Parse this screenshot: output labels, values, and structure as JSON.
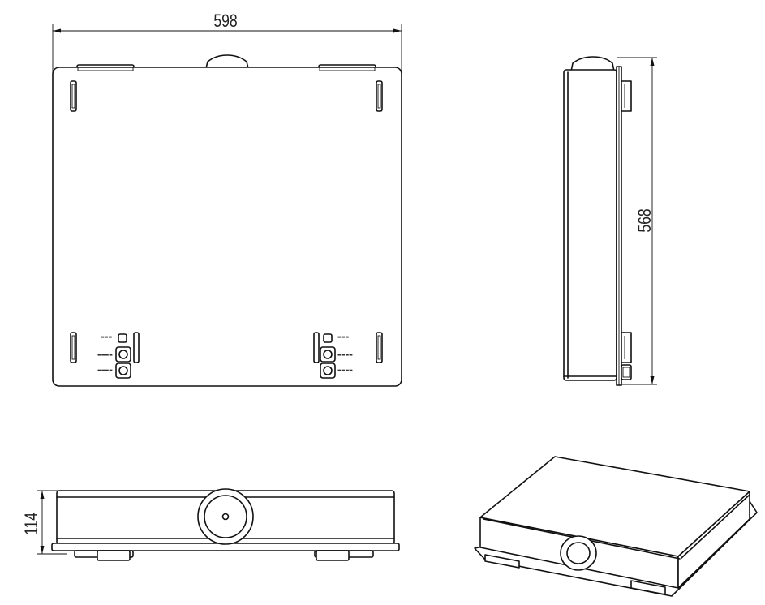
{
  "drawing": {
    "dim_width": "598",
    "dim_height": "568",
    "dim_depth": "114"
  }
}
